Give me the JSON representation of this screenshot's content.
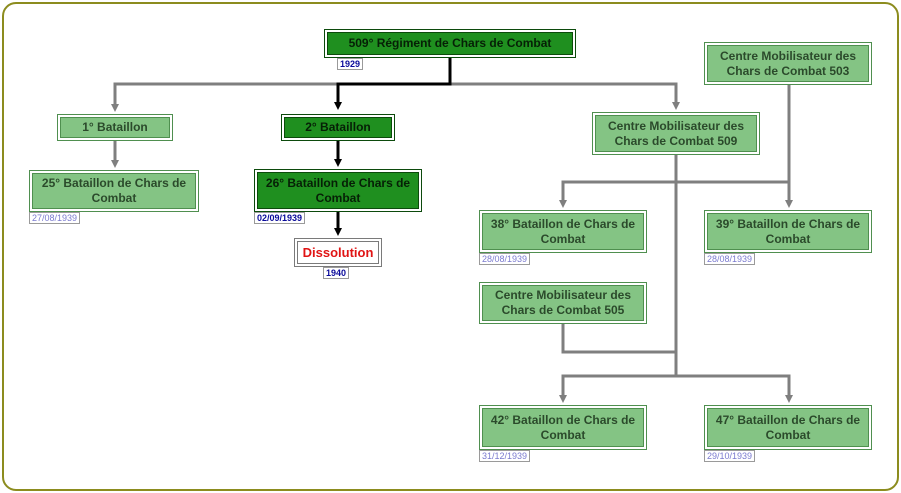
{
  "colors": {
    "frame": "#8c8c1e",
    "box_light": "#84c484",
    "box_dark": "#1f8f1f",
    "link_light": "#7f7f7f",
    "link_dark": "#000000",
    "dissolution_text": "#e01414"
  },
  "nodes": {
    "rgt509": {
      "label": "509° Régiment de Chars de Combat",
      "date": "1929"
    },
    "bat1": {
      "label": "1° Bataillon"
    },
    "bat2": {
      "label": "2° Bataillon"
    },
    "cm509": {
      "label": "Centre Mobilisateur des Chars de Combat 509"
    },
    "cm503": {
      "label": "Centre Mobilisateur des Chars de Combat 503"
    },
    "bcc25": {
      "label": "25° Bataillon de Chars de Combat",
      "date": "27/08/1939"
    },
    "bcc26": {
      "label": "26° Bataillon de Chars de Combat",
      "date": "02/09/1939"
    },
    "dissolution": {
      "label": "Dissolution",
      "date": "1940"
    },
    "bcc38": {
      "label": "38° Bataillon de Chars de Combat",
      "date": "28/08/1939"
    },
    "bcc39": {
      "label": "39° Bataillon de Chars de Combat",
      "date": "28/08/1939"
    },
    "cm505": {
      "label": "Centre Mobilisateur des Chars de Combat 505"
    },
    "bcc42": {
      "label": "42° Bataillon de Chars de Combat",
      "date": "31/12/1939"
    },
    "bcc47": {
      "label": "47° Bataillon de Chars de Combat",
      "date": "29/10/1939"
    }
  }
}
